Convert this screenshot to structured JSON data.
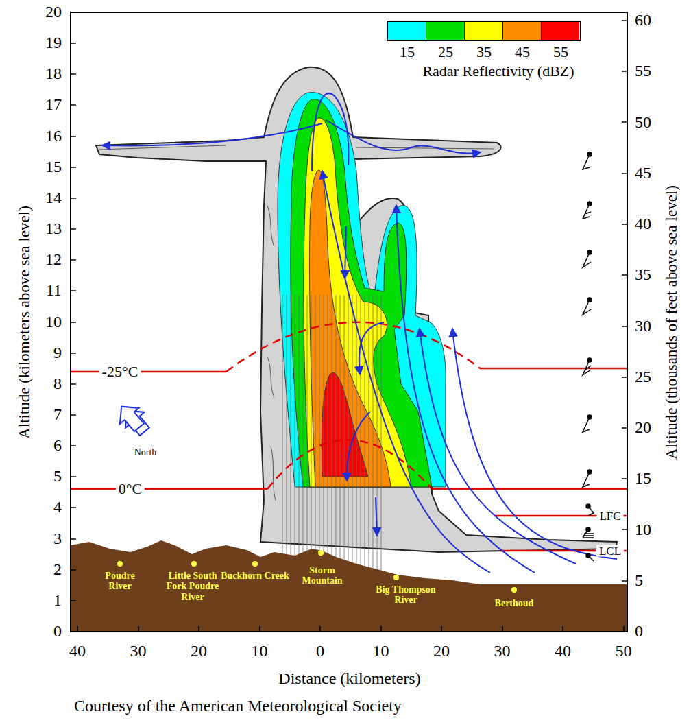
{
  "diagram": {
    "caption": "Courtesy of the American Meteorological Society",
    "labels": [
      "0",
      "1",
      "2",
      "3",
      "4",
      "5",
      "6",
      "7",
      "8",
      "9",
      "10",
      "11",
      "12",
      "13",
      "14",
      "15",
      "16",
      "17",
      "18",
      "19",
      "20",
      "0",
      "5",
      "10",
      "15",
      "20",
      "25",
      "30",
      "35",
      "40",
      "45",
      "50",
      "55",
      "60",
      "40",
      "30",
      "20",
      "10",
      "0",
      "10",
      "20",
      "30",
      "40",
      "50",
      "Altitude (kilometers above sea level)",
      "Altitude (thousands of feet above sea level)",
      "Distance (kilometers)",
      "Radar Reflectivity (dBZ)",
      "-25°C",
      "0°C",
      "LFC",
      "LCL",
      "North",
      "Poudre River",
      "Little South Fork Poudre River",
      "Buckhorn Creek",
      "Storm Mountain",
      "Big Thompson River",
      "Berthoud"
    ],
    "legend": [
      {
        "text": "15",
        "color": "#00ffff"
      },
      {
        "text": "25",
        "color": "#00dd00"
      },
      {
        "text": "35",
        "color": "#ffff00"
      },
      {
        "text": "45",
        "color": "#ff8c00"
      },
      {
        "text": "55",
        "color": "#ff0000"
      }
    ]
  }
}
